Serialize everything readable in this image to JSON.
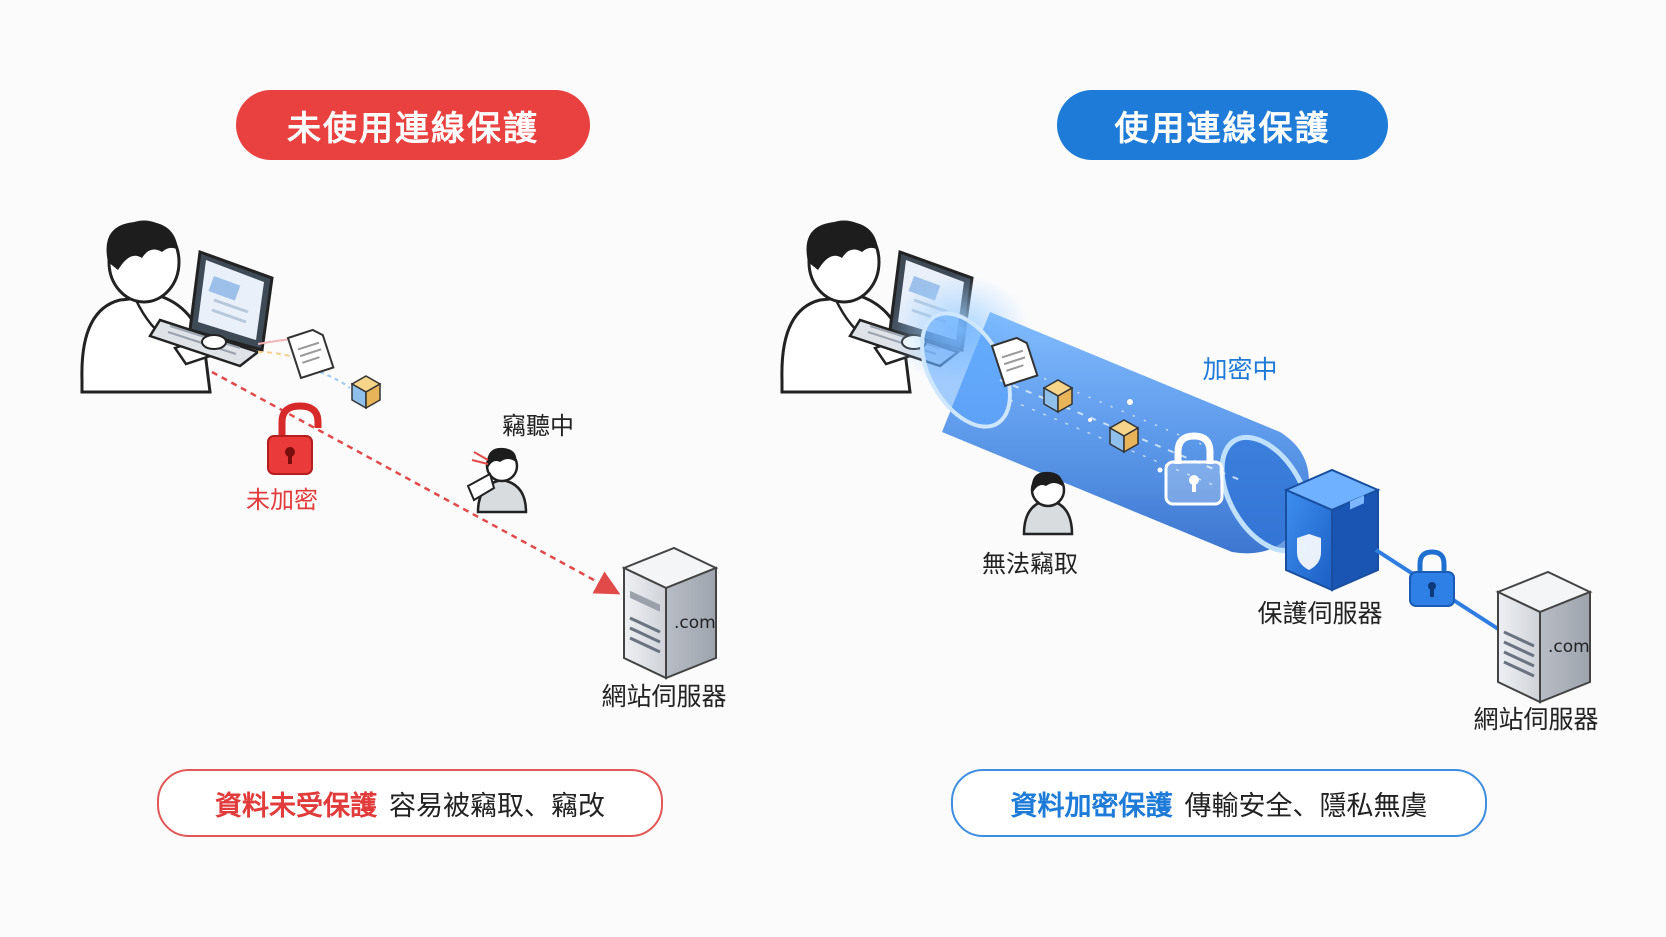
{
  "left_panel": {
    "title": "未使用連線保護",
    "unencrypted_label": "未加密",
    "eavesdropping_label": "竊聽中",
    "server_label": "網站伺服器",
    "server_domain": ".com",
    "summary_highlight": "資料未受保護",
    "summary_text": "容易被竊取、竊改"
  },
  "right_panel": {
    "title": "使用連線保護",
    "encrypting_label": "加密中",
    "cannot_steal_label": "無法竊取",
    "protection_server_label": "保護伺服器",
    "server_label": "網站伺服器",
    "server_domain": ".com",
    "summary_highlight": "資料加密保護",
    "summary_text": "傳輸安全、隱私無虞"
  },
  "colors": {
    "danger": "#e94040",
    "secure": "#1e7bd8",
    "server_gray": "#c9cdd3",
    "tunnel_blue": "#3b8ff0"
  },
  "icons": [
    "person-laptop-icon",
    "document-icon",
    "data-cube-icon",
    "open-padlock-icon",
    "eavesdropper-icon",
    "server-icon",
    "closed-padlock-icon",
    "shield-icon",
    "protection-server-icon",
    "encryption-tunnel"
  ]
}
